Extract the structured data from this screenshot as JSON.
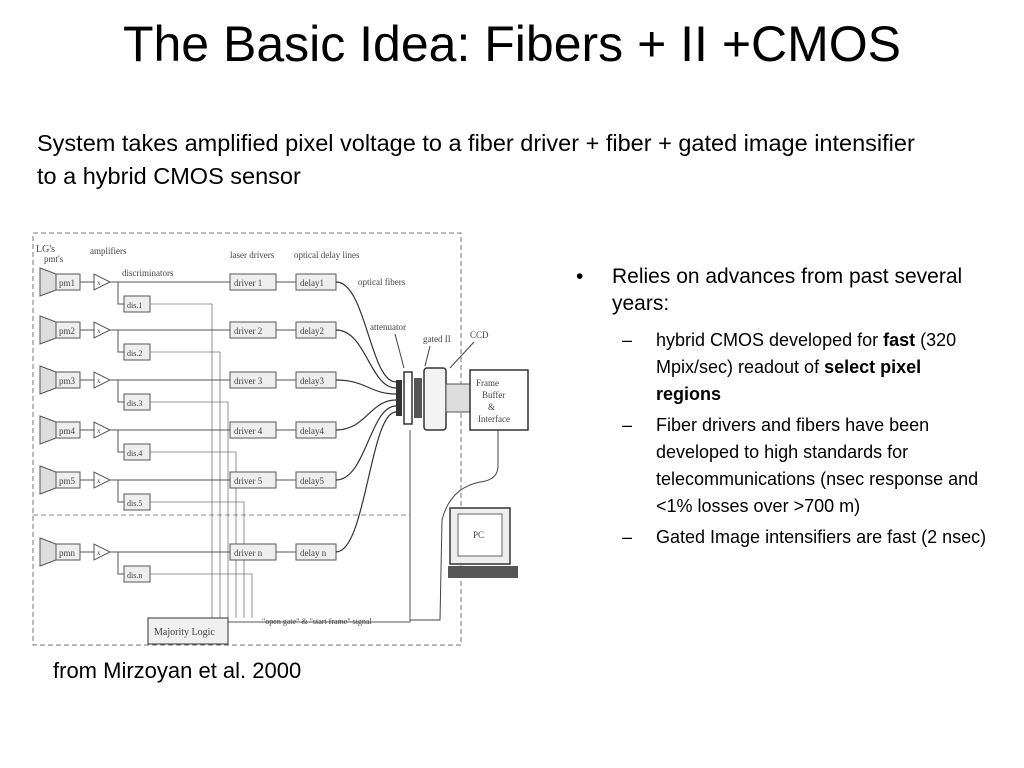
{
  "slide": {
    "title": "The Basic Idea: Fibers + II +CMOS",
    "subtitle": "System takes amplified pixel voltage to a fiber driver + fiber + gated image intensifier to a hybrid CMOS sensor",
    "caption": "from Mirzoyan et al. 2000"
  },
  "bullets": {
    "marker": "•",
    "dash": "–",
    "main": "Relies on advances from past several years:",
    "sub1": {
      "pre": "hybrid CMOS developed for ",
      "bold1": "fast",
      "mid": " (320 Mpix/sec) readout of ",
      "bold2": "select pixel regions"
    },
    "sub2": "Fiber drivers and fibers have been developed to high standards for telecommunications (nsec response and <1% losses over >700 m)",
    "sub3": "Gated Image intensifiers are fast  (2 nsec)"
  },
  "diagram": {
    "labels": {
      "lgs": "LG's",
      "pmts": "pmt's",
      "amplifiers": "amplifiers",
      "discriminators": "discriminators",
      "laser_drivers": "laser drivers",
      "delay_lines": "optical delay lines",
      "optical_fibers": "optical fibers",
      "attenuator": "attenuator",
      "gated_ii": "gated II",
      "ccd": "CCD",
      "frame1": "Frame",
      "frame2": "Buffer",
      "frame3": "&",
      "frame4": "Interface",
      "pc": "PC",
      "majority": "Majority Logic",
      "signal": "\"open gate\" & \"start frame\" signal",
      "amp_x": "x"
    },
    "channels": [
      {
        "pm": "pm1",
        "dis": "dis.1",
        "driver": "driver 1",
        "delay": "delay1"
      },
      {
        "pm": "pm2",
        "dis": "dis.2",
        "driver": "driver 2",
        "delay": "delay2"
      },
      {
        "pm": "pm3",
        "dis": "dis.3",
        "driver": "driver 3",
        "delay": "delay3"
      },
      {
        "pm": "pm4",
        "dis": "dis.4",
        "driver": "driver 4",
        "delay": "delay4"
      },
      {
        "pm": "pm5",
        "dis": "dis.5",
        "driver": "driver 5",
        "delay": "delay5"
      },
      {
        "pm": "pmn",
        "dis": "dis.n",
        "driver": "driver n",
        "delay": "delay n"
      }
    ]
  }
}
